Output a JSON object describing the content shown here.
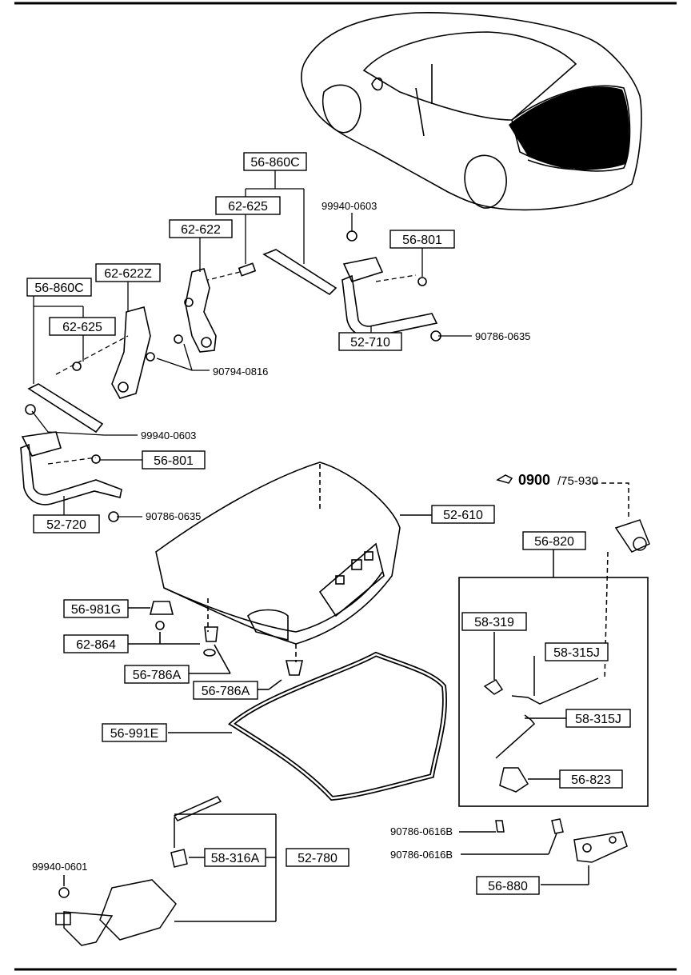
{
  "diagram": {
    "ref_note": {
      "icon": "arrow-pointer-icon",
      "bold": "0900",
      "rest": "/75-930"
    },
    "labels": {
      "l56860c_top": "56-860C",
      "l62625_top": "62-625",
      "l62622": "62-622",
      "l99940_top": "99940-0603",
      "l56801_top": "56-801",
      "l62622z": "62-622Z",
      "l56860c_left": "56-860C",
      "l62625_left": "62-625",
      "l52710": "52-710",
      "l90786_top": "90786-0635",
      "l90794": "90794-0816",
      "l99940_mid": "99940-0603",
      "l56801_mid": "56-801",
      "l90786_mid": "90786-0635",
      "l52720": "52-720",
      "l52610": "52-610",
      "l56820": "56-820",
      "l56981g": "56-981G",
      "l62864": "62-864",
      "l56786a_1": "56-786A",
      "l56786a_2": "56-786A",
      "l58319": "58-319",
      "l58315j_1": "58-315J",
      "l58315j_2": "58-315J",
      "l56991e": "56-991E",
      "l56823": "56-823",
      "l90786_0616_1": "90786-0616B",
      "l90786_0616_2": "90786-0616B",
      "l58316a": "58-316A",
      "l52780": "52-780",
      "l99940_bot": "99940-0601",
      "l56880": "56-880"
    }
  }
}
